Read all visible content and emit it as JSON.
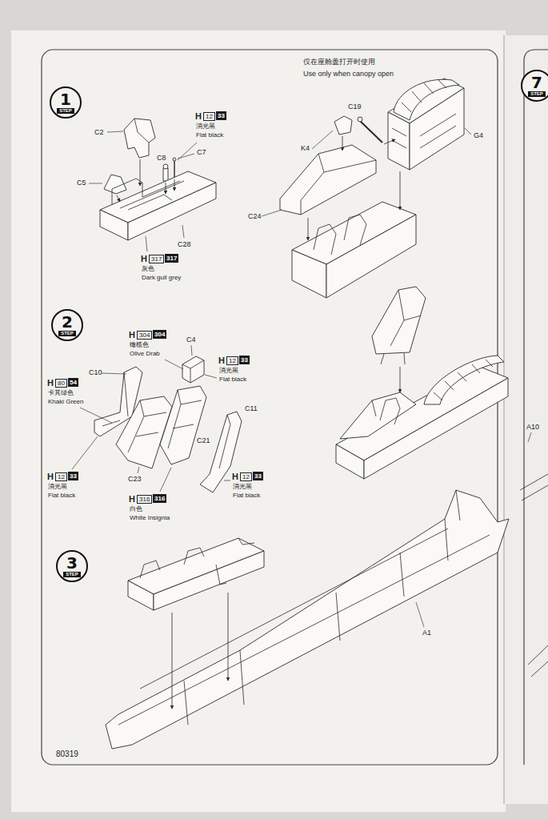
{
  "diagram": {
    "nodes": [
      {
        "text": [
          "1",
          "STEP"
        ]
      },
      {
        "text": [
          "2",
          "STEP"
        ]
      },
      {
        "text": [
          "3",
          "STEP"
        ]
      },
      {
        "text": [
          "7",
          "STEP"
        ]
      }
    ],
    "labels": [
      "C2",
      "H",
      "12",
      "33",
      "消光黑",
      "Flat black",
      "C8",
      "C7",
      "C5",
      "C28",
      "H",
      "317",
      "317",
      "灰色",
      "Dark gull grey",
      "仅在座舱盖打开时使用",
      "Use only when canopy open",
      "C19",
      "K4",
      "G4",
      "C24",
      "C4",
      "H",
      "304",
      "304",
      "橄榄色",
      "Olive Drab",
      "H",
      "12",
      "33",
      "消光黑",
      "Flat black",
      "C10",
      "H",
      "80",
      "54",
      "卡其绿色",
      "Khaki Green",
      "C11",
      "C21",
      "H",
      "12",
      "33",
      "消光黑",
      "Flat black",
      "H",
      "12",
      "33",
      "消光黑",
      "Flat black",
      "C23",
      "H",
      "316",
      "316",
      "白色",
      "White Insignia",
      "A1",
      "A10",
      "80319"
    ]
  }
}
